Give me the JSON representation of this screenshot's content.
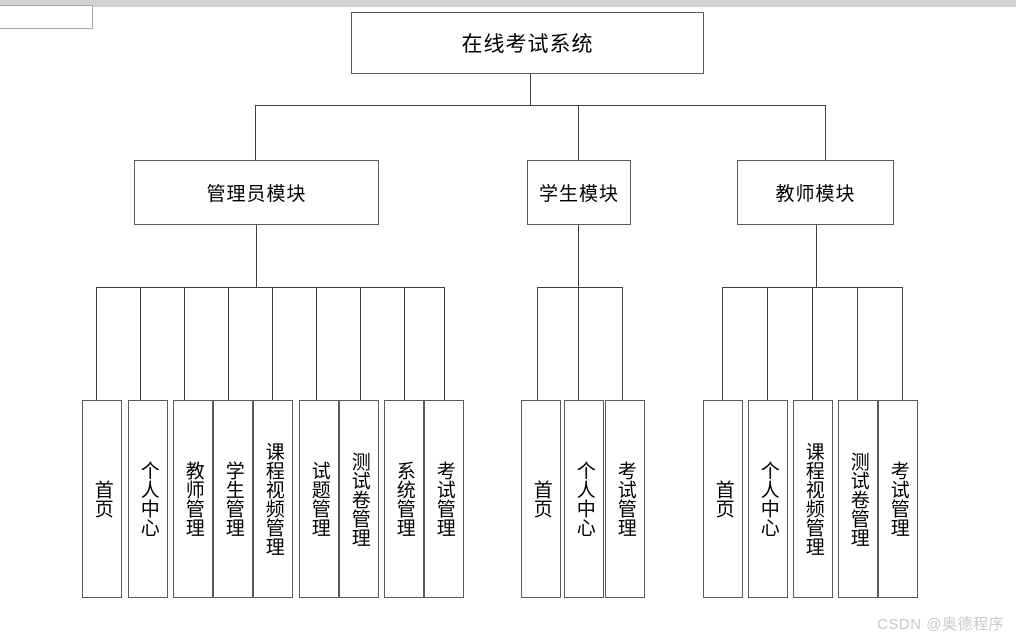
{
  "diagram": {
    "title": "在线考试系统",
    "root": {
      "label": "在线考试系统"
    },
    "modules": [
      {
        "id": "admin",
        "label": "管理员模块",
        "leaves": [
          {
            "label": "首页"
          },
          {
            "label": "个人中心"
          },
          {
            "label": "教师管理"
          },
          {
            "label": "学生管理"
          },
          {
            "label": "课程视频管理"
          },
          {
            "label": "试题管理"
          },
          {
            "label": "测试卷管理"
          },
          {
            "label": "系统管理"
          },
          {
            "label": "考试管理"
          }
        ]
      },
      {
        "id": "student",
        "label": "学生模块",
        "leaves": [
          {
            "label": "首页"
          },
          {
            "label": "个人中心"
          },
          {
            "label": "考试管理"
          }
        ]
      },
      {
        "id": "teacher",
        "label": "教师模块",
        "leaves": [
          {
            "label": "首页"
          },
          {
            "label": "个人中心"
          },
          {
            "label": "课程视频管理"
          },
          {
            "label": "测试卷管理"
          },
          {
            "label": "考试管理"
          }
        ]
      }
    ]
  },
  "watermark": {
    "text": "CSDN @奥德程序"
  },
  "colors": {
    "box_border": "#5a5a5a",
    "connector": "#404040",
    "background": "#ffffff",
    "watermark_text": "#c9c9c9",
    "top_strip": "#d2d2d2"
  }
}
